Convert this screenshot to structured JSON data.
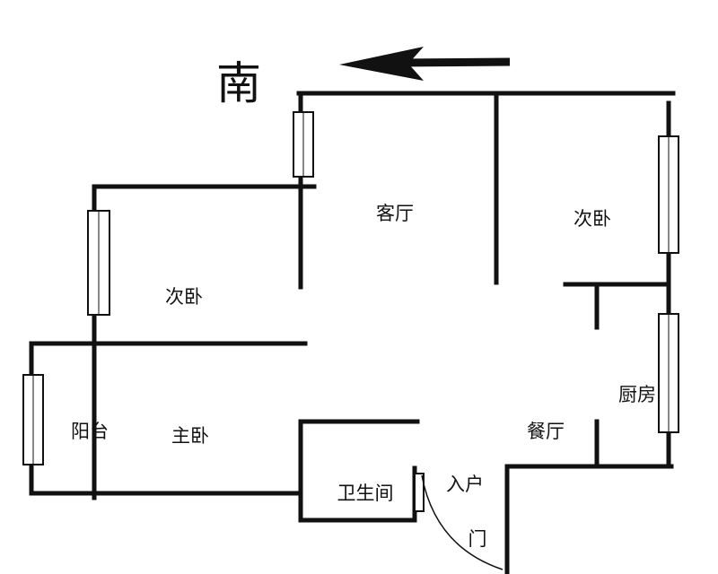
{
  "compass": {
    "direction_label": "南",
    "arrow_icon": "arrow-left-icon"
  },
  "rooms": {
    "living_room": "客厅",
    "second_bedroom_right": "次卧",
    "second_bedroom_left": "次卧",
    "balcony": "阳台",
    "master_bedroom": "主卧",
    "dining_room": "餐厅",
    "kitchen": "厨房",
    "bathroom": "卫生间",
    "entrance_line1": "入户",
    "entrance_line2": "门"
  }
}
